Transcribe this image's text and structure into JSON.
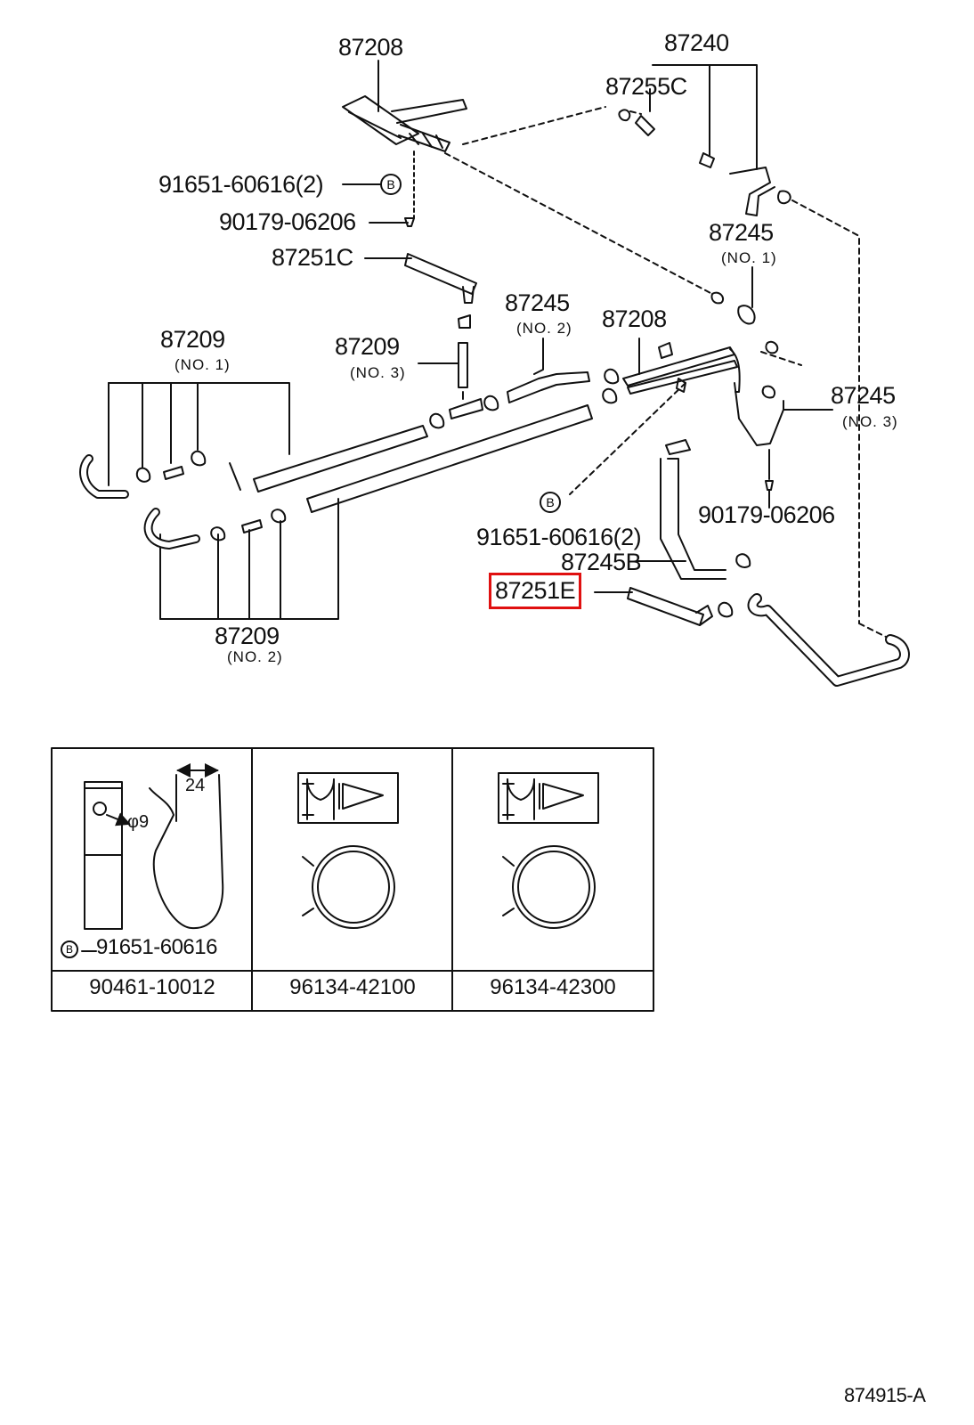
{
  "labels": {
    "p87208_top": "87208",
    "p87240": "87240",
    "p87255c": "87255C",
    "p91651_a": "91651-60616(2)",
    "p90179_a": "90179-06206",
    "p87251c": "87251C",
    "p87245_1": "87245",
    "p87245_1_sub": "(NO. 1)",
    "p87209_1": "87209",
    "p87209_1_sub": "(NO. 1)",
    "p87209_3": "87209",
    "p87209_3_sub": "(NO. 3)",
    "p87245_2": "87245",
    "p87245_2_sub": "(NO. 2)",
    "p87208_mid": "87208",
    "p87245_3": "87245",
    "p87245_3_sub": "(NO. 3)",
    "p90179_b": "90179-06206",
    "p91651_b": "91651-60616(2)",
    "p87245b": "87245B",
    "p87251e": "87251E",
    "p87209_2": "87209",
    "p87209_2_sub": "(NO. 2)"
  },
  "badges": {
    "b1": "B",
    "b2": "B",
    "b3": "B"
  },
  "detail_table": {
    "cells": [
      {
        "part": "90461-10012",
        "note": "91651-60616",
        "dim_width": "24",
        "dim_hole": "φ9"
      },
      {
        "part": "96134-42100"
      },
      {
        "part": "96134-42300"
      }
    ]
  },
  "highlight": {
    "part": "87251E",
    "color": "#e01010"
  },
  "diagram_code": "874915-A"
}
